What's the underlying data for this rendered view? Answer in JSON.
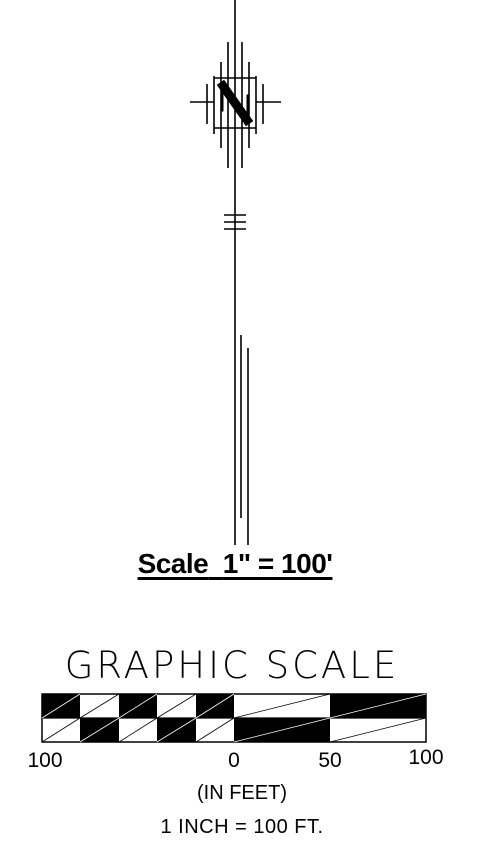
{
  "scale_note": {
    "prefix": "Scale",
    "ratio": "1\" = 100'"
  },
  "graphic_scale": {
    "title": "GRAPHIC SCALE",
    "ticks": [
      "100",
      "0",
      "50",
      "100"
    ],
    "units": "(IN FEET)",
    "ratio": "1 INCH = 100 FT."
  },
  "north_arrow": {
    "symbol": "north-arrow-icon",
    "letter": "N"
  }
}
